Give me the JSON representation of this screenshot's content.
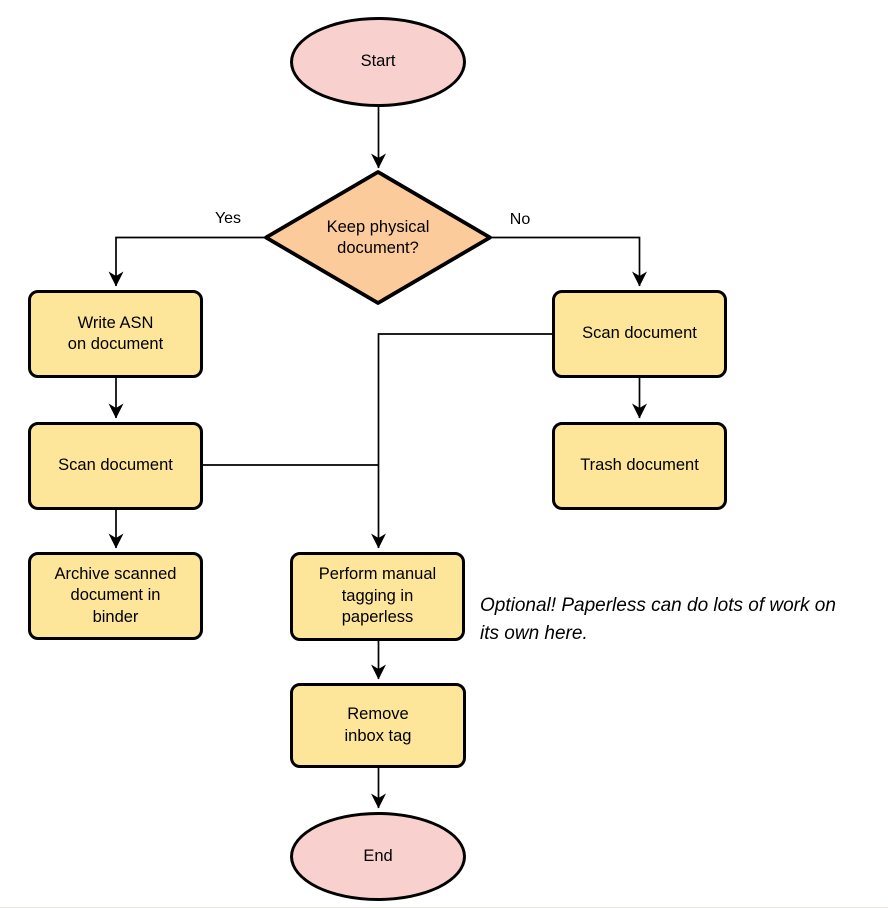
{
  "diagram": {
    "type": "flowchart",
    "description": "Document scanning / paperless workflow flowchart"
  },
  "colors": {
    "pink": "#f8d0ce",
    "orange": "#fccb9c",
    "yellow": "#fde59a",
    "stroke": "#000000"
  },
  "nodes": {
    "start": {
      "label": "Start",
      "shape": "ellipse"
    },
    "decision": {
      "label": "Keep physical\ndocument?",
      "shape": "diamond"
    },
    "write_asn": {
      "label": "Write ASN\non document",
      "shape": "process"
    },
    "scan_left": {
      "label": "Scan document",
      "shape": "process"
    },
    "archive": {
      "label": "Archive scanned\ndocument in\nbinder",
      "shape": "process"
    },
    "scan_right": {
      "label": "Scan document",
      "shape": "process"
    },
    "trash": {
      "label": "Trash document",
      "shape": "process"
    },
    "tagging": {
      "label": "Perform manual\ntagging in\npaperless",
      "shape": "process"
    },
    "remove_inbox": {
      "label": "Remove\ninbox tag",
      "shape": "process"
    },
    "end": {
      "label": "End",
      "shape": "ellipse"
    }
  },
  "edge_labels": {
    "yes": "Yes",
    "no": "No"
  },
  "annotation": {
    "text": "Optional! Paperless can do lots of work on\nits own here."
  }
}
